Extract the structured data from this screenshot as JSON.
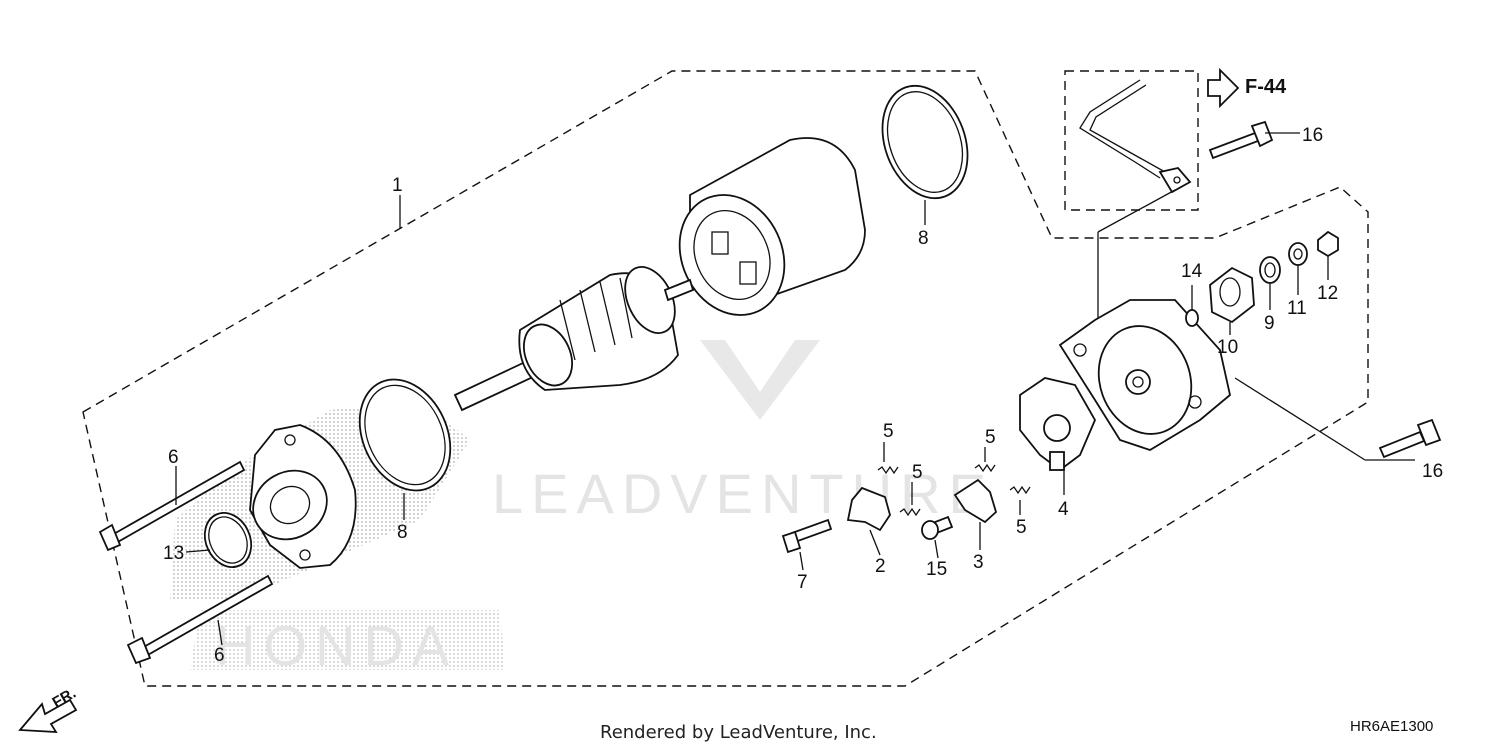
{
  "diagram": {
    "reference_code": "F-44",
    "front_label": "FR.",
    "watermark": "LEADVENTURE",
    "brand_watermark": "HONDA",
    "rendered_by": "Rendered by LeadVenture, Inc.",
    "diagram_code": "HR6AE1300"
  },
  "callouts": {
    "c1": "1",
    "c2": "2",
    "c3": "3",
    "c4": "4",
    "c5a": "5",
    "c5b": "5",
    "c5c": "5",
    "c5d": "5",
    "c6a": "6",
    "c6b": "6",
    "c7": "7",
    "c8a": "8",
    "c8b": "8",
    "c9": "9",
    "c10": "10",
    "c11": "11",
    "c12": "12",
    "c13": "13",
    "c14": "14",
    "c15": "15",
    "c16a": "16",
    "c16b": "16"
  }
}
